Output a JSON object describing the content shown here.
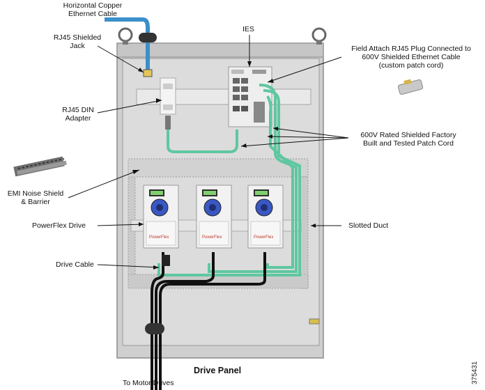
{
  "labels": {
    "horizontal_cable": "Horizontal Copper\nEthernet Cable",
    "rj45_jack": "RJ45 Shielded\nJack",
    "ies": "IES",
    "field_attach": "Field Attach RJ45 Plug Connected to\n600V Shielded Ethernet Cable\n(custom patch cord)",
    "rj45_din": "RJ45 DIN\nAdapter",
    "patch_cord": "600V Rated Shielded Factory\nBuilt and Tested Patch Cord",
    "emi_shield": "EMI Noise Shield\n& Barrier",
    "powerflex": "PowerFlex Drive",
    "slotted_duct": "Slotted Duct",
    "drive_cable": "Drive Cable",
    "drive_panel": "Drive Panel",
    "to_motor": "To Motor Drives",
    "figure_number": "375431"
  },
  "drive_brand": "PowerFlex",
  "colors": {
    "panel": "#d7d7d7",
    "panel_border": "#8a8a8a",
    "green_cable": "#5fc7a0",
    "blue_cable": "#3c8fcb",
    "black_cable": "#111111"
  }
}
